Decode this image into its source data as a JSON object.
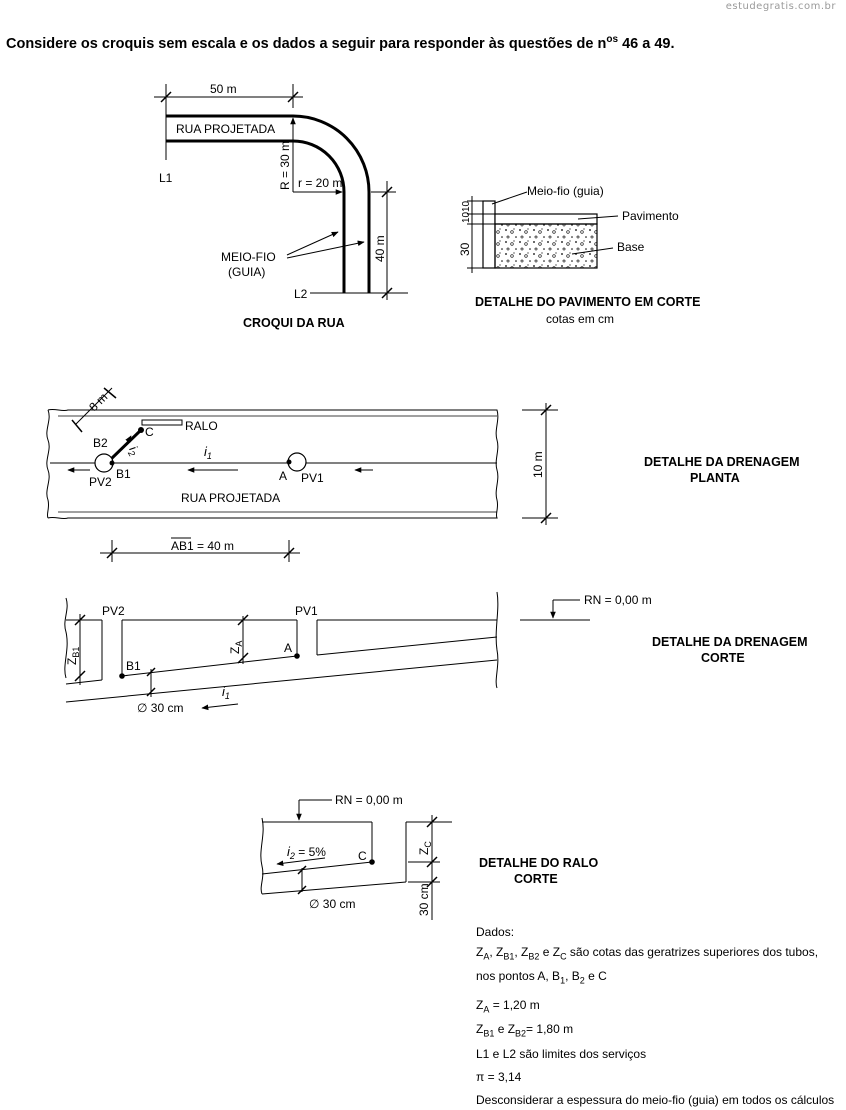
{
  "watermark": "estudegratis.com.br",
  "heading": {
    "pre": "Considere os croquis sem escala e os dados a seguir para responder às questões de n",
    "sup": "os",
    "post": " 46  a 49."
  },
  "croqui_rua": {
    "dim_50": "50 m",
    "rua": "RUA PROJETADA",
    "r30": "R = 30 m",
    "r20": "r = 20 m",
    "l1": "L1",
    "l2": "L2",
    "meio_fio_1": "MEIO-FIO",
    "meio_fio_2": "(GUIA)",
    "dim_40": "40 m",
    "title": "CROQUI DA RUA"
  },
  "pavimento": {
    "meio_fio": "Meio-fio (guia)",
    "pavimento": "Pavimento",
    "base": "Base",
    "d10a": "10",
    "d10b": "10",
    "d30": "30",
    "title": "DETALHE DO PAVIMENTO EM CORTE",
    "subtitle": "cotas em cm"
  },
  "planta": {
    "dim_8": "8 m",
    "c": "C",
    "ralo": "RALO",
    "b2": "B2",
    "i2": "i",
    "i2_sub": "2",
    "i1": "i",
    "i1_sub": "1",
    "pv2": "PV2",
    "b1": "B1",
    "a": "A",
    "pv1": "PV1",
    "rua": "RUA PROJETADA",
    "dim_10": "10 m",
    "ab1": "AB1",
    "ab1_val": " = 40 m",
    "title_1": "DETALHE DA DRENAGEM",
    "title_2": "PLANTA"
  },
  "corte": {
    "pv2": "PV2",
    "pv1": "PV1",
    "za": "Z",
    "za_sub": "A",
    "zb1": "Z",
    "zb1_sub": "B1",
    "b1": "B1",
    "a": "A",
    "diam": "∅ 30 cm",
    "i1": "i",
    "i1_sub": "1",
    "rn": "RN = 0,00 m",
    "title_1": "DETALHE DA DRENAGEM",
    "title_2": "CORTE"
  },
  "ralo": {
    "rn": "RN = 0,00 m",
    "i2": "i",
    "i2_sub": "2",
    "i2_val": " = 5%",
    "c": "C",
    "zc": "Z",
    "zc_sub": "C",
    "d30": "30 cm",
    "diam": "∅ 30 cm",
    "title_1": "DETALHE DO RALO",
    "title_2": "CORTE"
  },
  "dados": {
    "titulo": "Dados:",
    "l1": {
      "t1": "Z",
      "s1": "A",
      "t2": ", Z",
      "s2": "B1",
      "t3": ", Z",
      "s3": "B2",
      "t4": " e Z",
      "s4": "C",
      "t5": " são cotas das geratrizes superiores dos tubos,"
    },
    "l2": {
      "t1": "nos pontos A, B",
      "s1": "1",
      "t2": ", B",
      "s2": "2",
      "t3": " e C"
    },
    "l3": {
      "t1": "Z",
      "s1": "A",
      "t2": " = 1,20 m"
    },
    "l4": {
      "t1": "Z",
      "s1": "B1",
      "t2": " e Z",
      "s2": "B2",
      "t3": "= 1,80 m"
    },
    "l5": "L1 e L2 são limites dos serviços",
    "l6": "π = 3,14",
    "l7": "Desconsiderar a espessura do meio-fio (guia) em todos os cálculos"
  }
}
